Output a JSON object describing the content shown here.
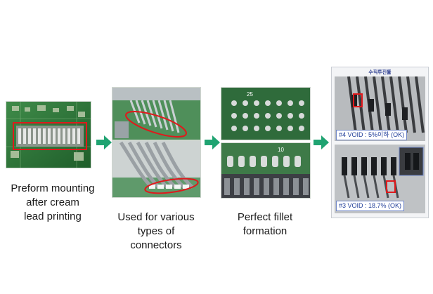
{
  "steps": [
    {
      "caption_lines": [
        "Preform mounting",
        "after cream",
        "lead printing"
      ]
    },
    {
      "caption_lines": [
        "Used for various",
        "types of",
        "connectors"
      ]
    },
    {
      "caption_lines": [
        "Perfect fillet",
        "formation"
      ]
    }
  ],
  "photo_numbers": {
    "upper": "25",
    "lower": "10"
  },
  "xray": {
    "title": "수직투진률",
    "top_label": "#4 VOID : 5%이하 (OK)",
    "bottom_label": "#3 VOID : 18.7% (OK)"
  },
  "colors": {
    "arrow": "#1fa371",
    "highlight": "#e0191c",
    "pcb_green": "#2f7a3a"
  }
}
